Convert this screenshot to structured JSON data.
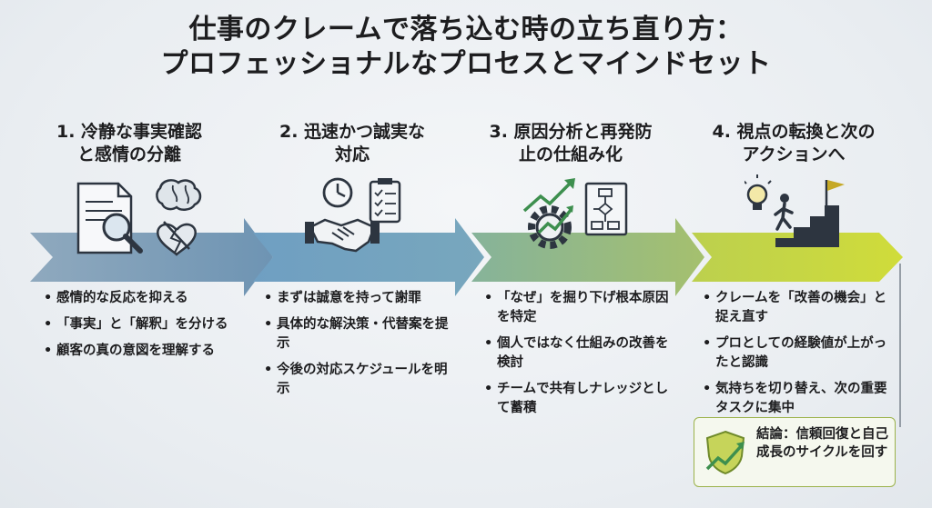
{
  "title": {
    "line1": "仕事のクレームで落ち込む時の立ち直り方：",
    "line2": "プロフェッショナルなプロセスとマインドセット"
  },
  "colors": {
    "step1": "#7d9db6",
    "step2": "#6c9bbd",
    "step3": "#8bb593",
    "step4": "#c3d34a",
    "conclusion_border": "#9bb24a"
  },
  "steps": [
    {
      "title_lines": [
        "1. 冷静な事実確認",
        "と感情の分離"
      ],
      "icons": [
        "document-magnifier-icon",
        "brain-icon",
        "broken-heart-icon"
      ],
      "bullets": [
        "感情的な反応を抑える",
        "「事実」と「解釈」を分ける",
        "顧客の真の意図を理解する"
      ]
    },
    {
      "title_lines": [
        "2. 迅速かつ誠実な",
        "対応"
      ],
      "icons": [
        "clock-icon",
        "checklist-icon",
        "handshake-icon"
      ],
      "bullets": [
        "まずは誠意を持って謝罪",
        "具体的な解決策・代替案を提示",
        "今後の対応スケジュールを明示"
      ]
    },
    {
      "title_lines": [
        "3. 原因分析と再発防",
        "止の仕組み化"
      ],
      "icons": [
        "gear-trend-icon",
        "flowchart-icon"
      ],
      "bullets": [
        "「なぜ」を掘り下げ根本原因を特定",
        "個人ではなく仕組みの改善を検討",
        "チームで共有しナレッジとして蓄積"
      ]
    },
    {
      "title_lines": [
        "4. 視点の転換と次の",
        "アクションへ"
      ],
      "icons": [
        "lightbulb-icon",
        "climbing-person-icon",
        "flag-icon"
      ],
      "bullets": [
        "クレームを「改善の機会」と捉え直す",
        "プロとしての経験値が上がったと認識",
        "気持ちを切り替え、次の重要タスクに集中"
      ]
    }
  ],
  "conclusion": {
    "text": "結論：信頼回復と自己成長のサイクルを回す",
    "icon": "shield-growth-icon"
  }
}
